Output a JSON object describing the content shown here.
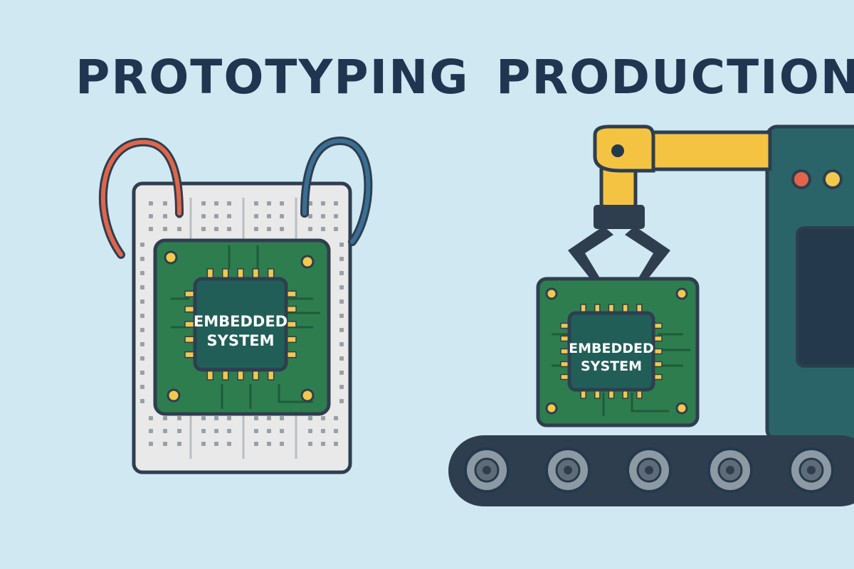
{
  "prototyping": {
    "heading": "PROTOTYPING",
    "chip_label_line1": "EMBEDDED",
    "chip_label_line2": "SYSTEM"
  },
  "production": {
    "heading": "PRODUCTION",
    "chip_label_line1": "EMBEDDED",
    "chip_label_line2": "SYSTEM"
  },
  "colors": {
    "background": "#cfe8f1",
    "heading": "#1f3550",
    "pcb": "#2e7d4f",
    "chip": "#215e58",
    "gold": "#f2c94c",
    "breadboard": "#e9e9e9",
    "wire_red": "#e0654a",
    "wire_blue": "#3a6f94",
    "robot_arm": "#f5c342",
    "machine": "#2b6468",
    "conveyor": "#2e3e4f",
    "roller": "#8e9aa3"
  },
  "icons": [
    "breadboard-icon",
    "jumper-wire-icon",
    "pcb-icon",
    "microchip-icon",
    "robot-arm-icon",
    "gripper-icon",
    "machine-icon",
    "conveyor-belt-icon"
  ]
}
